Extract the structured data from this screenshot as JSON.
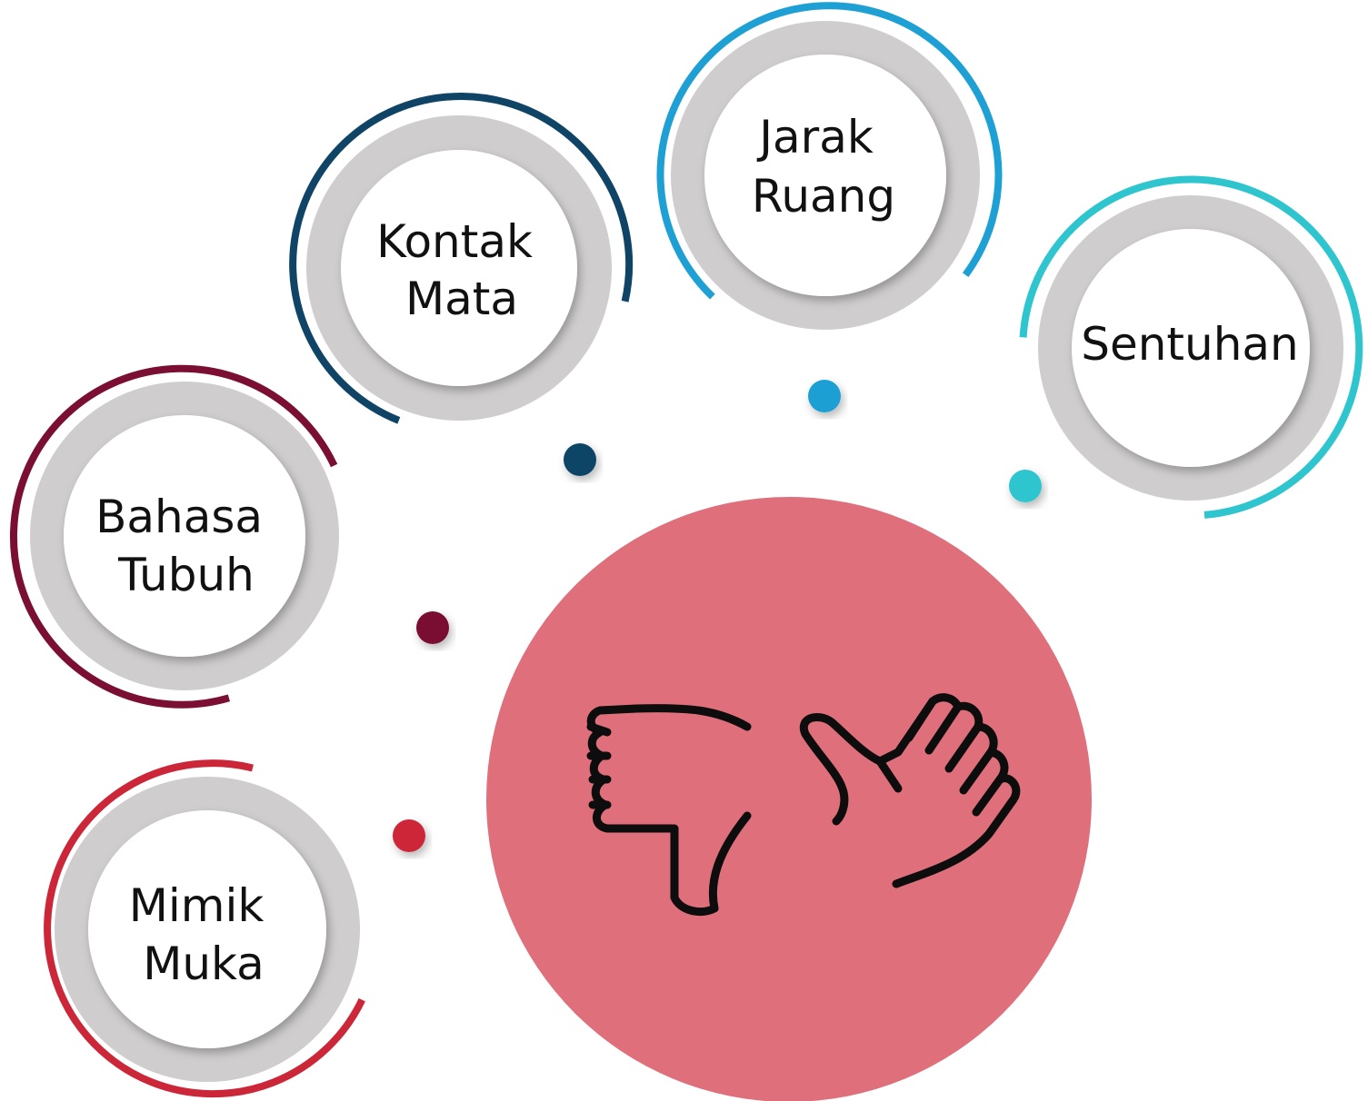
{
  "colors": {
    "background": "#ffffff",
    "ring_gray": "#cfcdce",
    "inner_fill": "#ffffff",
    "center_fill": "#df6f7b",
    "icon_stroke": "#0d0d0d",
    "text": "#111111"
  },
  "center": {
    "icon": "thumbs-down-thumbs-up-icon"
  },
  "nodes": [
    {
      "id": "kontak-mata",
      "lines": [
        "Kontak",
        "Mata"
      ],
      "accent": "#0f4466"
    },
    {
      "id": "jarak-ruang",
      "lines": [
        "Jarak",
        "Ruang"
      ],
      "accent": "#1ea0d4"
    },
    {
      "id": "sentuhan",
      "lines": [
        "Sentuhan"
      ],
      "accent": "#2fc5cf"
    },
    {
      "id": "bahasa-tubuh",
      "lines": [
        "Bahasa",
        "Tubuh"
      ],
      "accent": "#7a0e33"
    },
    {
      "id": "mimik-muka",
      "lines": [
        "Mimik",
        "Muka"
      ],
      "accent": "#cc2639"
    }
  ]
}
